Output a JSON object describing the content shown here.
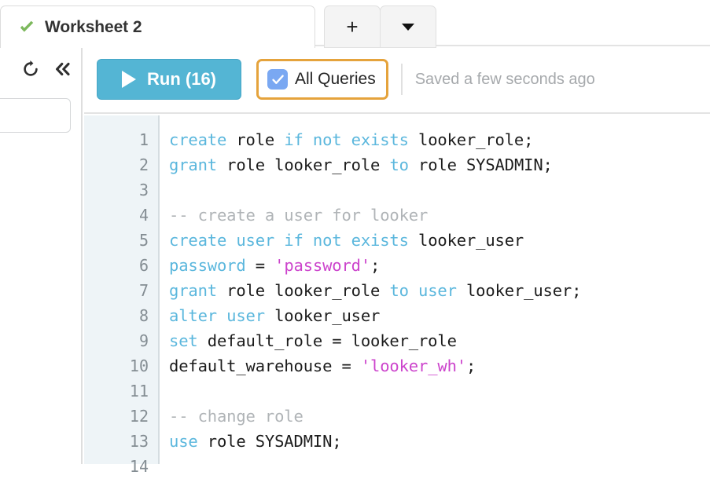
{
  "tabbar": {
    "active_tab": {
      "title": "Worksheet 2",
      "status_icon": "check-icon",
      "status_color": "#7cb85c"
    },
    "new_tab_label": "+",
    "new_tab_dropdown_icon": "caret-down-icon"
  },
  "left_rail": {
    "refresh_icon": "refresh-icon",
    "collapse_icon": "double-chevron-left-icon",
    "search_field_value": "",
    "search_field_placeholder": ""
  },
  "toolbar": {
    "run_label": "Run (16)",
    "run_icon": "play-icon",
    "run_color": "#54b5d4",
    "all_queries_label": "All Queries",
    "all_queries_checked": true,
    "all_queries_checkbox_color": "#7aa8f2",
    "all_queries_focus_color": "#e5a33c",
    "saved_status": "Saved a few seconds ago"
  },
  "editor": {
    "gutter_bg": "#eef4f7",
    "keyword_color": "#5bb7dd",
    "comment_color": "#b0b4b7",
    "string_color": "#cc44cc",
    "plain_color": "#1c1c1c",
    "line_numbers": [
      "1",
      "2",
      "3",
      "4",
      "5",
      "6",
      "7",
      "8",
      "9",
      "10",
      "11",
      "12",
      "13",
      "14"
    ],
    "lines": [
      {
        "n": "1",
        "tokens": [
          {
            "t": "create",
            "c": "kw"
          },
          {
            "t": " role ",
            "c": "pln"
          },
          {
            "t": "if not exists",
            "c": "kw"
          },
          {
            "t": " looker_role;",
            "c": "pln"
          }
        ]
      },
      {
        "n": "2",
        "tokens": [
          {
            "t": "grant",
            "c": "kw"
          },
          {
            "t": " role looker_role ",
            "c": "pln"
          },
          {
            "t": "to",
            "c": "kw"
          },
          {
            "t": " role SYSADMIN;",
            "c": "pln"
          }
        ]
      },
      {
        "n": "3",
        "tokens": []
      },
      {
        "n": "4",
        "tokens": [
          {
            "t": "-- create a user for looker",
            "c": "cmt"
          }
        ]
      },
      {
        "n": "5",
        "tokens": [
          {
            "t": "create user if not exists",
            "c": "kw"
          },
          {
            "t": " looker_user",
            "c": "pln"
          }
        ]
      },
      {
        "n": "6",
        "tokens": [
          {
            "t": "password",
            "c": "kw"
          },
          {
            "t": " = ",
            "c": "pln"
          },
          {
            "t": "'password'",
            "c": "str"
          },
          {
            "t": ";",
            "c": "pln"
          }
        ]
      },
      {
        "n": "7",
        "tokens": [
          {
            "t": "grant",
            "c": "kw"
          },
          {
            "t": " role looker_role ",
            "c": "pln"
          },
          {
            "t": "to user",
            "c": "kw"
          },
          {
            "t": " looker_user;",
            "c": "pln"
          }
        ]
      },
      {
        "n": "8",
        "tokens": [
          {
            "t": "alter user",
            "c": "kw"
          },
          {
            "t": " looker_user",
            "c": "pln"
          }
        ]
      },
      {
        "n": "9",
        "tokens": [
          {
            "t": "set",
            "c": "kw"
          },
          {
            "t": " default_role = looker_role",
            "c": "pln"
          }
        ]
      },
      {
        "n": "10",
        "tokens": [
          {
            "t": "default_warehouse = ",
            "c": "pln"
          },
          {
            "t": "'looker_wh'",
            "c": "str"
          },
          {
            "t": ";",
            "c": "pln"
          }
        ]
      },
      {
        "n": "11",
        "tokens": []
      },
      {
        "n": "12",
        "tokens": [
          {
            "t": "-- change role",
            "c": "cmt"
          }
        ]
      },
      {
        "n": "13",
        "tokens": [
          {
            "t": "use",
            "c": "kw"
          },
          {
            "t": " role SYSADMIN;",
            "c": "pln"
          }
        ]
      },
      {
        "n": "14",
        "tokens": []
      }
    ]
  }
}
